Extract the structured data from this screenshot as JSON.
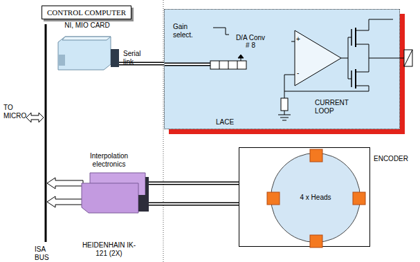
{
  "diagram": {
    "nodes": [
      {
        "text": [
          "CONTROL COMPUTER"
        ]
      },
      {
        "text": [
          "NI, MIO CARD"
        ]
      },
      {
        "text": [
          "LACE"
        ]
      },
      {
        "text": [
          "D/A Conv # 8"
        ],
        "in": 2
      },
      {
        "text": [
          "Interpolation electronics",
          "HEIDENHAIN IK-121 (2X)"
        ]
      },
      {
        "text": [
          "ENCODER"
        ]
      },
      {
        "text": [
          "4 x Heads"
        ],
        "in": 5
      }
    ],
    "edges": [
      {
        "from": 1,
        "to": 2,
        "arrow": "none",
        "label": "Serial link"
      },
      {
        "from": 4,
        "to": 5,
        "arrow": "none"
      },
      {
        "from": 4,
        "to": 5,
        "arrow": "none"
      }
    ],
    "labels": [
      "TO MICRO",
      "ISA BUS",
      "Gain select.",
      "+",
      "-",
      "CURRENT LOOP"
    ]
  }
}
